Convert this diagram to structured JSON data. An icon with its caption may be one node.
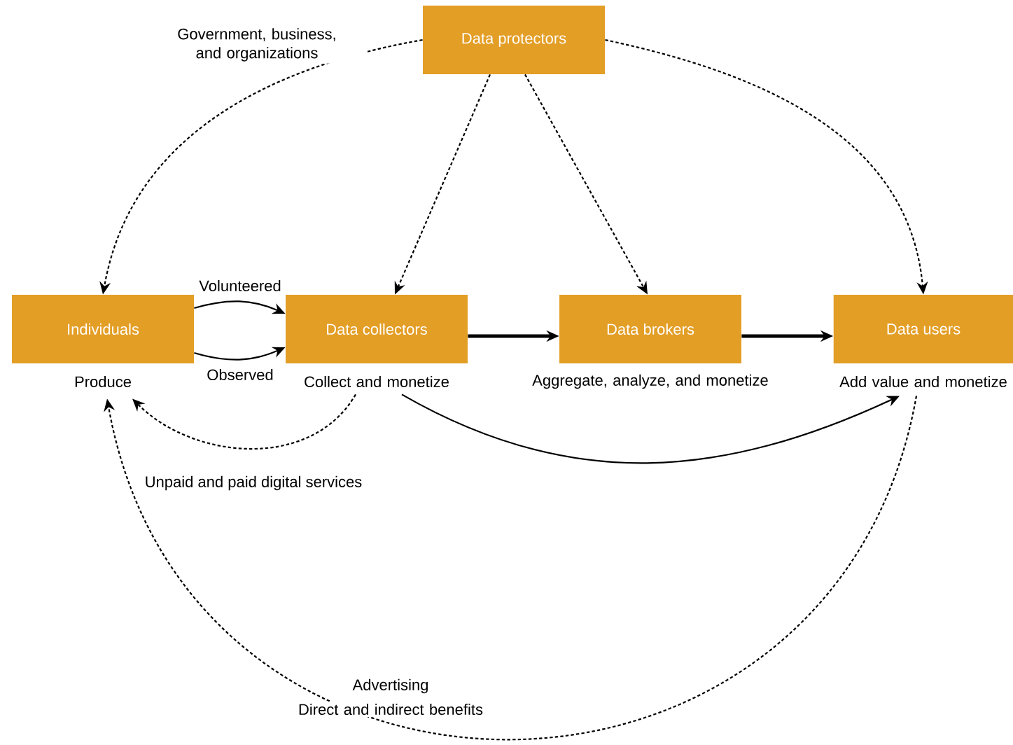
{
  "diagram": {
    "nodes": [
      {
        "text": [
          "Data protectors"
        ]
      },
      {
        "text": [
          "Individuals"
        ],
        "beside": [
          "Produce"
        ]
      },
      {
        "text": [
          "Data collectors"
        ],
        "beside": [
          "Collect and monetize"
        ]
      },
      {
        "text": [
          "Data brokers"
        ],
        "beside": [
          "Aggregate, analyze, and monetize"
        ]
      },
      {
        "text": [
          "Data users"
        ],
        "beside": [
          "Add value and monetize"
        ]
      }
    ],
    "edges": [
      {
        "from": 0,
        "to": 1,
        "arrow": "to",
        "style": "dashed"
      },
      {
        "from": 0,
        "to": 2,
        "arrow": "to",
        "style": "dashed"
      },
      {
        "from": 0,
        "to": 3,
        "arrow": "to",
        "style": "dashed"
      },
      {
        "from": 0,
        "to": 4,
        "arrow": "to",
        "style": "dashed"
      },
      {
        "from": 1,
        "to": 2,
        "arrow": "to",
        "label": "Volunteered"
      },
      {
        "from": 1,
        "to": 2,
        "arrow": "to",
        "label": "Observed"
      },
      {
        "from": 2,
        "to": 3,
        "arrow": "to",
        "style": "thick"
      },
      {
        "from": 3,
        "to": 4,
        "arrow": "to",
        "style": "thick"
      },
      {
        "from": 2,
        "to": 4,
        "arrow": "to"
      },
      {
        "from": 2,
        "to": 1,
        "arrow": "to",
        "style": "dashed",
        "label": "Unpaid and paid digital services"
      },
      {
        "from": 4,
        "to": 1,
        "arrow": "to",
        "style": "dashed",
        "label": "Advertising"
      }
    ],
    "labels": [
      "Government, business, and organizations",
      "Direct and indirect benefits"
    ]
  }
}
